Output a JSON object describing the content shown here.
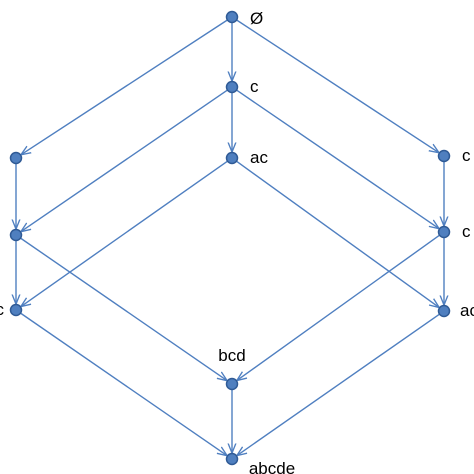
{
  "diagram": {
    "colors": {
      "edge": "#4f7fc0",
      "node_fill": "#4f7fbf",
      "node_stroke": "#2f5a95",
      "label": "#000000"
    },
    "nodes": [
      {
        "id": "empty",
        "label": "Ø"
      },
      {
        "id": "c",
        "label": "c"
      },
      {
        "id": "left-upper",
        "label": ""
      },
      {
        "id": "ac",
        "label": "ac"
      },
      {
        "id": "right-upper",
        "label": "c"
      },
      {
        "id": "left-middle",
        "label": ""
      },
      {
        "id": "right-middle",
        "label": "c"
      },
      {
        "id": "left-lower",
        "label": "c"
      },
      {
        "id": "right-lower",
        "label": "ac"
      },
      {
        "id": "bcd",
        "label": "bcd"
      },
      {
        "id": "abcde",
        "label": "abcde"
      }
    ],
    "edges": [
      {
        "from": "empty",
        "to": "c"
      },
      {
        "from": "empty",
        "to": "left-upper"
      },
      {
        "from": "empty",
        "to": "right-upper"
      },
      {
        "from": "c",
        "to": "ac"
      },
      {
        "from": "c",
        "to": "left-middle"
      },
      {
        "from": "c",
        "to": "right-middle"
      },
      {
        "from": "left-upper",
        "to": "left-middle"
      },
      {
        "from": "right-upper",
        "to": "right-middle"
      },
      {
        "from": "ac",
        "to": "left-lower"
      },
      {
        "from": "ac",
        "to": "right-lower"
      },
      {
        "from": "left-middle",
        "to": "left-lower"
      },
      {
        "from": "left-middle",
        "to": "bcd"
      },
      {
        "from": "right-middle",
        "to": "right-lower"
      },
      {
        "from": "right-middle",
        "to": "bcd"
      },
      {
        "from": "left-lower",
        "to": "abcde"
      },
      {
        "from": "right-lower",
        "to": "abcde"
      },
      {
        "from": "bcd",
        "to": "abcde"
      }
    ]
  }
}
